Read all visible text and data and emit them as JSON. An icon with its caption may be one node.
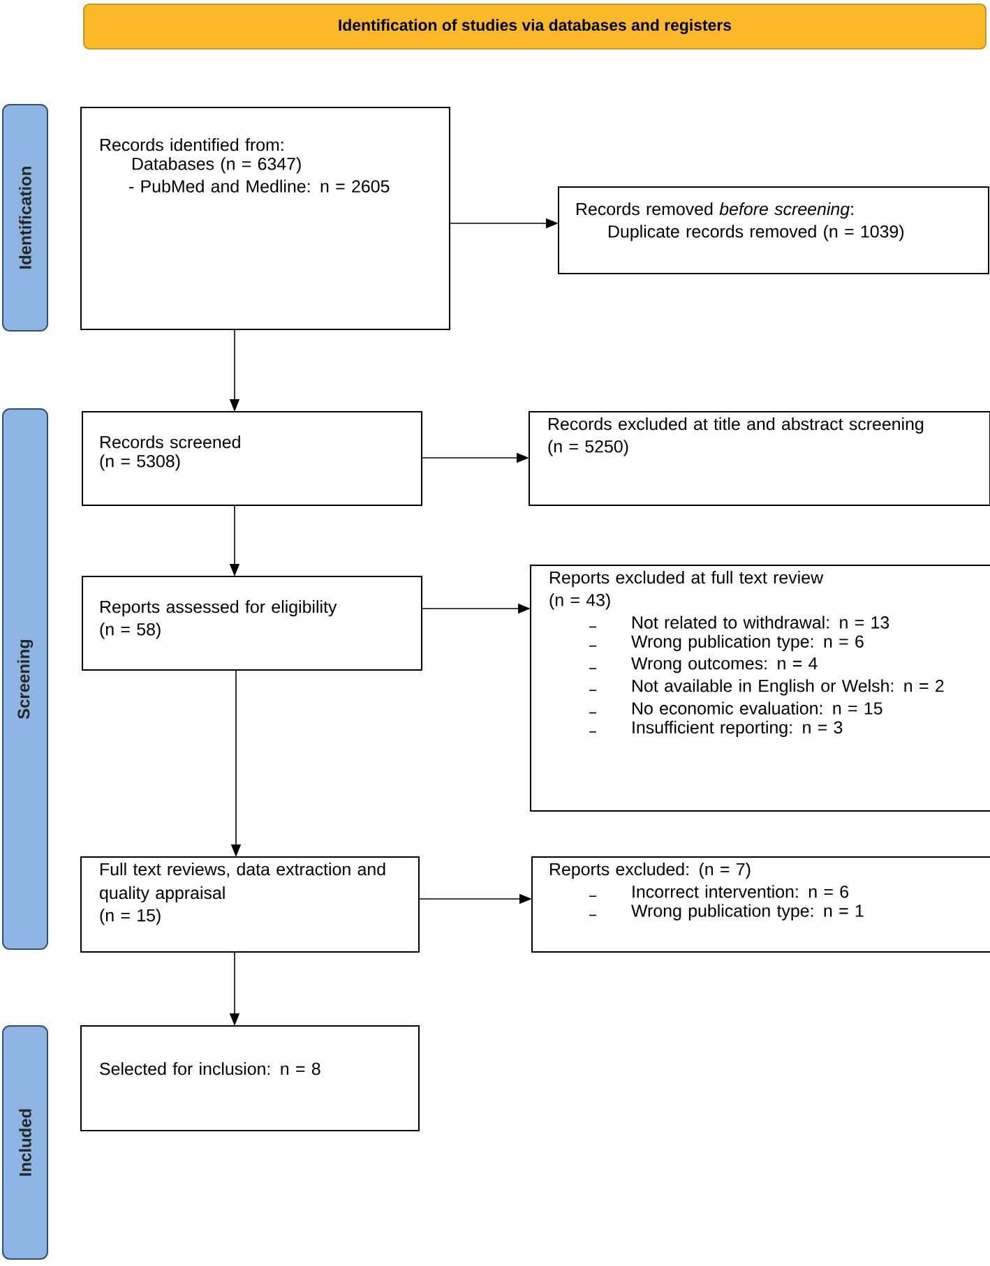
{
  "diagram": {
    "nodes": [
      {
        "text": [
          "Identification of studies via databases and registers"
        ]
      },
      {
        "text": [
          "Identification"
        ]
      },
      {
        "text": [
          "Screening"
        ]
      },
      {
        "text": [
          "Included"
        ]
      },
      {
        "text": [
          "Records identified from:",
          "Databases (n = 6347)",
          "- PubMed and Medline: n = 2605"
        ]
      },
      {
        "text": [
          "Records removed *before screening*:",
          "Duplicate records removed (n = 1039)"
        ]
      },
      {
        "text": [
          "Records screened",
          "(n = 5308)"
        ]
      },
      {
        "text": [
          "Records excluded at title and abstract screening",
          "(n = 5250)"
        ]
      },
      {
        "text": [
          "Reports assessed for eligibility",
          "(n = 58)"
        ]
      },
      {
        "text": [
          "Reports excluded at full text review",
          "(n = 43)",
          "Not related to withdrawal: n = 13",
          "Wrong publication type: n = 6",
          "Wrong outcomes: n = 4",
          "Not available in English or Welsh: n = 2",
          "No economic evaluation: n = 15",
          "Insufficient reporting: n = 3"
        ]
      },
      {
        "text": [
          "Full text reviews, data extraction and quality appraisal",
          "(n = 15)"
        ]
      },
      {
        "text": [
          "Reports excluded: (n = 7)",
          "Incorrect intervention: n = 6",
          "Wrong publication type: n = 1"
        ]
      },
      {
        "text": [
          "Selected for inclusion: n = 8"
        ]
      }
    ],
    "edges": [
      {
        "from": 4,
        "to": 5,
        "arrow": "to"
      },
      {
        "from": 4,
        "to": 6,
        "arrow": "to"
      },
      {
        "from": 6,
        "to": 7,
        "arrow": "to"
      },
      {
        "from": 6,
        "to": 8,
        "arrow": "to"
      },
      {
        "from": 8,
        "to": 9,
        "arrow": "to"
      },
      {
        "from": 8,
        "to": 10,
        "arrow": "to"
      },
      {
        "from": 10,
        "to": 11,
        "arrow": "to"
      },
      {
        "from": 10,
        "to": 12,
        "arrow": "to"
      }
    ]
  }
}
